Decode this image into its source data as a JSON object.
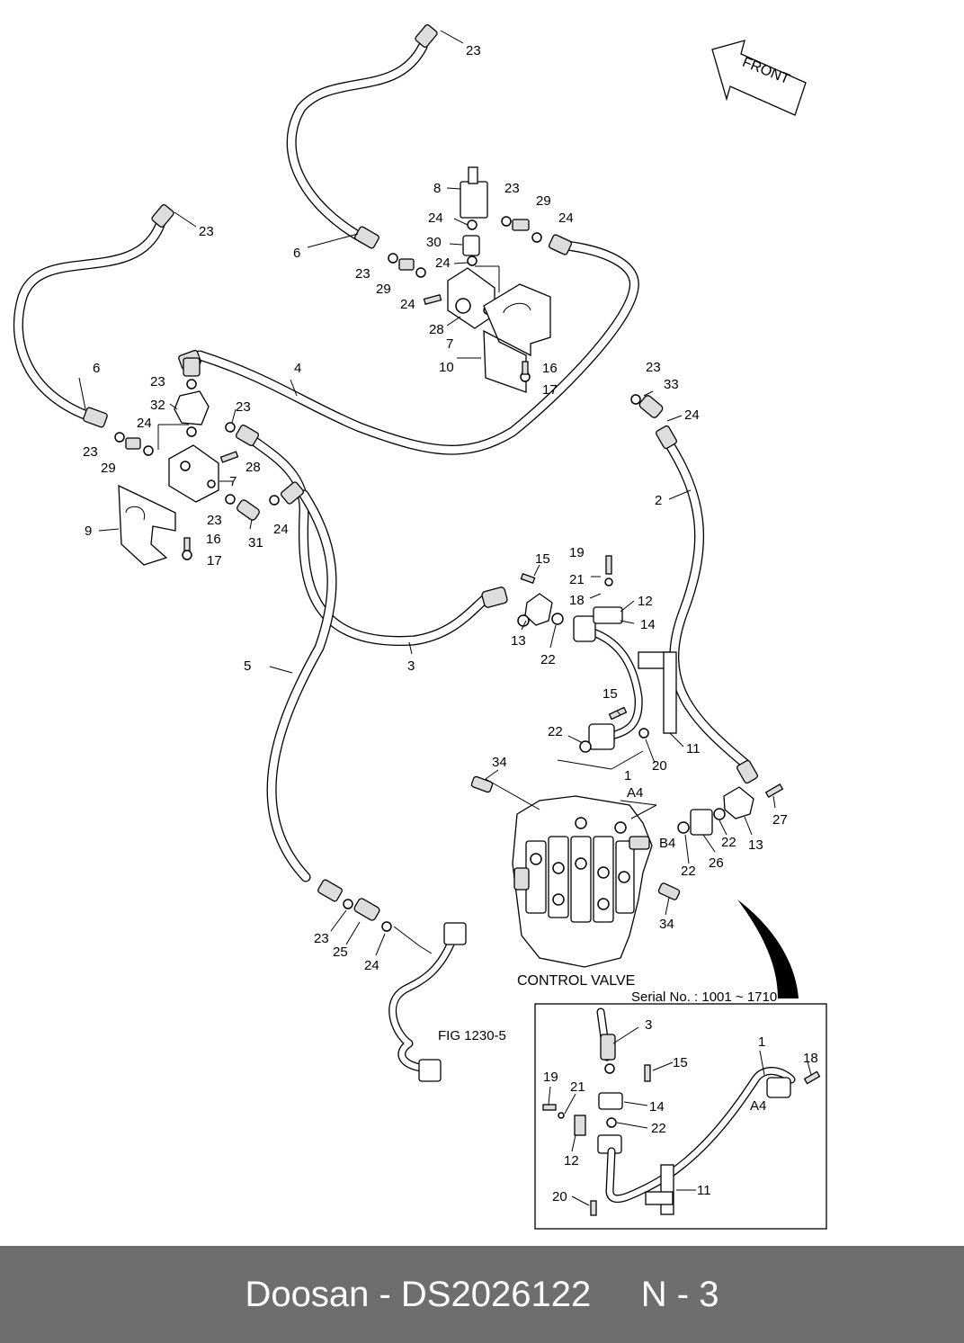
{
  "diagram": {
    "front_label": "FRONT",
    "control_valve_label": "CONTROL VALVE",
    "serial_label": "Serial No. : 1001 ~ 1710",
    "fig_ref": "FIG 1230-5",
    "port_labels": {
      "a4_main": "A4",
      "b4": "B4",
      "a4_inset": "A4"
    },
    "callouts": {
      "c23_top": "23",
      "c23_left_top": "23",
      "c8": "8",
      "c23_v": "23",
      "c29_v": "29",
      "c24_v": "24",
      "c24_v2": "24",
      "c30": "30",
      "c24_v3": "24",
      "c6_top": "6",
      "c23_l": "23",
      "c29_l": "29",
      "c24_l": "24",
      "c28": "28",
      "c7": "7",
      "c10": "10",
      "c16": "16",
      "c17": "17",
      "c6_left": "6",
      "c4": "4",
      "c23_a": "23",
      "c32": "32",
      "c23_b": "23",
      "c24_a": "24",
      "c23_c": "23",
      "c29_a": "29",
      "c28_b": "28",
      "c7_b": "7",
      "c23_d": "23",
      "c9": "9",
      "c16_b": "16",
      "c17_b": "17",
      "c31": "31",
      "c24_b": "24",
      "c23_r": "23",
      "c33": "33",
      "c24_r": "24",
      "c2": "2",
      "c15": "15",
      "c19": "19",
      "c21": "21",
      "c18": "18",
      "c12": "12",
      "c14": "14",
      "c13": "13",
      "c22": "22",
      "c3": "3",
      "c5": "5",
      "c15_b": "15",
      "c22_b": "22",
      "c11": "11",
      "c20": "20",
      "c1": "1",
      "c34": "34",
      "c27": "27",
      "c22_c": "22",
      "c13_b": "13",
      "c26": "26",
      "c22_d": "22",
      "c34_b": "34",
      "c23_e": "23",
      "c25": "25",
      "c24_e": "24",
      "i3": "3",
      "i15": "15",
      "i1": "1",
      "i18": "18",
      "i19": "19",
      "i21": "21",
      "i14": "14",
      "i22": "22",
      "i12": "12",
      "i11": "11",
      "i20": "20"
    }
  },
  "footer": {
    "brand": "Doosan",
    "separator": " - ",
    "part_number": "DS2026122",
    "page_ref": "N - 3"
  },
  "colors": {
    "footer_bg": "#6e6e6e",
    "footer_text": "#ffffff",
    "line": "#000000"
  }
}
